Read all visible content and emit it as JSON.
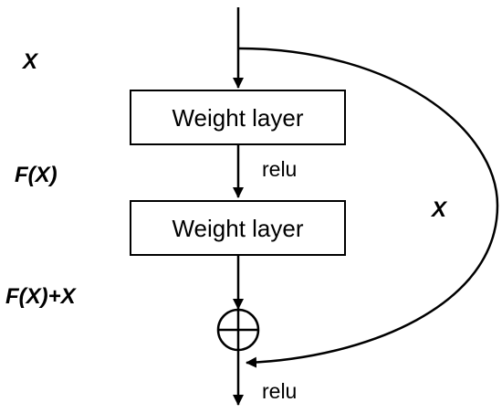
{
  "labels": {
    "input": "X",
    "residual": "F(X)",
    "sum": "F(X)+X",
    "skip": "X"
  },
  "layers": [
    {
      "label": "Weight layer"
    },
    {
      "label": "Weight layer"
    }
  ],
  "activations": [
    {
      "label": "relu"
    },
    {
      "label": "relu"
    }
  ],
  "operator": {
    "symbol": "circle-plus"
  },
  "colors": {
    "stroke": "#000000",
    "background": "#ffffff",
    "text": "#000000"
  }
}
